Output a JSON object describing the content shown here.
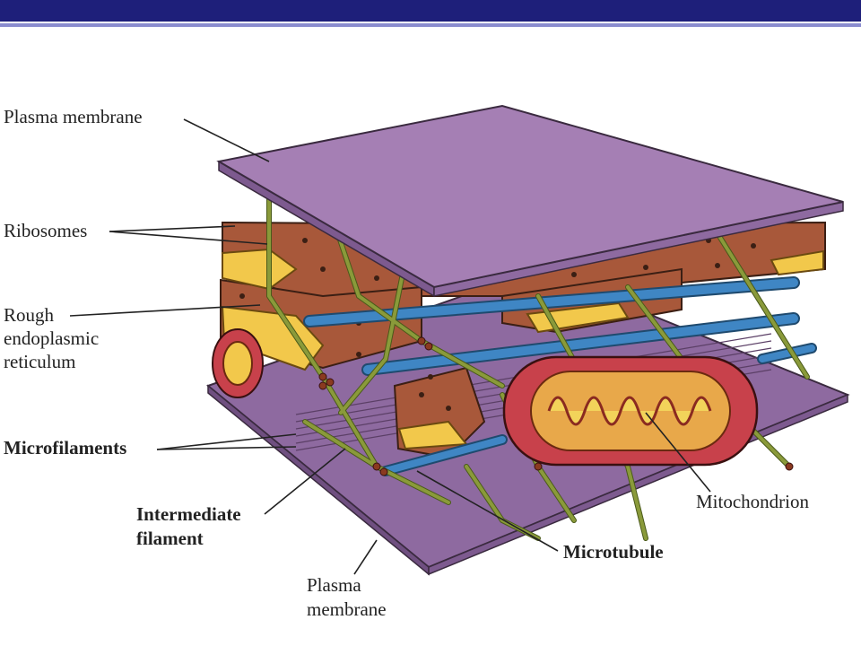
{
  "labels": {
    "plasma_membrane_top": "Plasma membrane",
    "ribosomes": "Ribosomes",
    "rough_er_line1": "Rough",
    "rough_er_line2": "endoplasmic",
    "rough_er_line3": "reticulum",
    "microfilaments": "Microfilaments",
    "intermediate_line1": "Intermediate",
    "intermediate_line2": "filament",
    "microtubule": "Microtubule",
    "mitochondrion": "Mitochondrion",
    "plasma_membrane_bottom_line1": "Plasma",
    "plasma_membrane_bottom_line2": "membrane"
  },
  "colors": {
    "header": "#1e1f7a",
    "header_line": "#8a8ccf",
    "membrane": "#a57fb4",
    "rough_er": "#a8583a",
    "er_lumen": "#f2c84b",
    "microtubule": "#3f86c4",
    "intermediate_filament": "#8a9a3a",
    "mitochondrion": "#c8414b"
  }
}
